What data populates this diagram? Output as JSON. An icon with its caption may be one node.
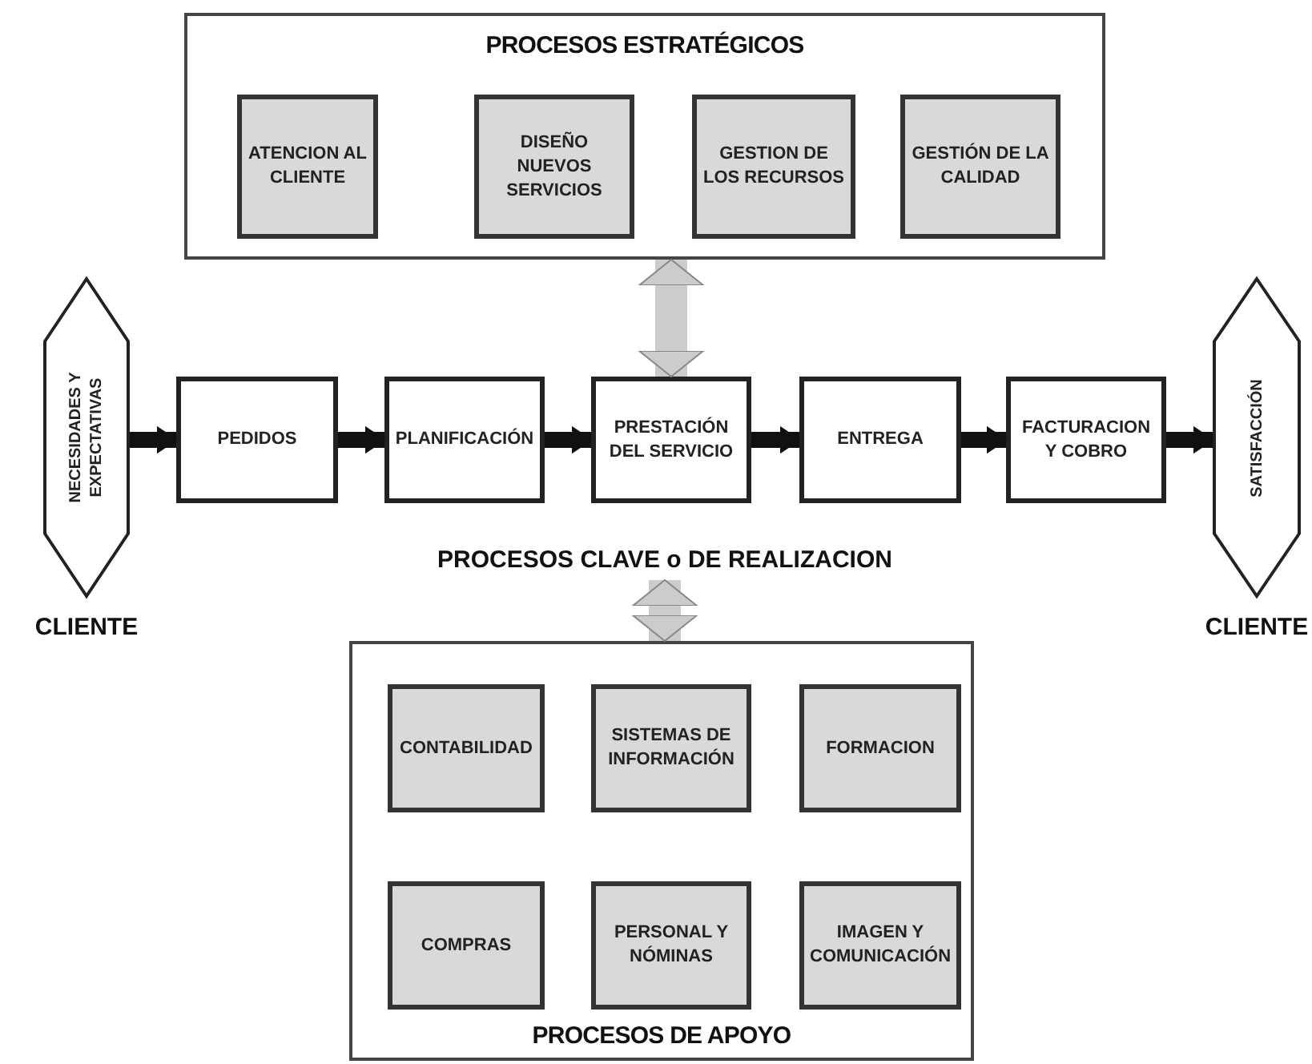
{
  "diagram": {
    "nodes": [
      {
        "text": [
          "PROCESOS ESTRATÉGICOS"
        ]
      },
      {
        "text": [
          "ATENCION AL CLIENTE"
        ],
        "in": 0
      },
      {
        "text": [
          "DISEÑO NUEVOS SERVICIOS"
        ],
        "in": 0
      },
      {
        "text": [
          "GESTION DE LOS RECURSOS"
        ],
        "in": 0
      },
      {
        "text": [
          "GESTIÓN DE LA CALIDAD"
        ],
        "in": 0
      },
      {
        "text": [
          "NECESIDADES Y EXPECTATIVAS"
        ],
        "beside": [
          "CLIENTE"
        ]
      },
      {
        "text": [
          "PEDIDOS"
        ]
      },
      {
        "text": [
          "PLANIFICACIÓN"
        ]
      },
      {
        "text": [
          "PRESTACIÓN DEL SERVICIO"
        ]
      },
      {
        "text": [
          "ENTREGA"
        ]
      },
      {
        "text": [
          "FACTURACION Y COBRO"
        ]
      },
      {
        "text": [
          "SATISFACCIÓN"
        ],
        "beside": [
          "CLIENTE"
        ]
      },
      {
        "text": [
          "PROCESOS CLAVE o DE REALIZACION"
        ]
      },
      {
        "text": [
          "PROCESOS DE APOYO"
        ]
      },
      {
        "text": [
          "CONTABILIDAD"
        ],
        "in": 13
      },
      {
        "text": [
          "SISTEMAS DE INFORMACIÓN"
        ],
        "in": 13
      },
      {
        "text": [
          "FORMACION"
        ],
        "in": 13
      },
      {
        "text": [
          "COMPRAS"
        ],
        "in": 13
      },
      {
        "text": [
          "PERSONAL Y NÓMINAS"
        ],
        "in": 13
      },
      {
        "text": [
          "IMAGEN Y COMUNICACIÓN"
        ],
        "in": 13
      }
    ],
    "edges": [
      {
        "from": 5,
        "to": 6,
        "arrow": "to"
      },
      {
        "from": 6,
        "to": 7,
        "arrow": "to"
      },
      {
        "from": 7,
        "to": 8,
        "arrow": "to"
      },
      {
        "from": 8,
        "to": 9,
        "arrow": "to"
      },
      {
        "from": 9,
        "to": 10,
        "arrow": "to"
      },
      {
        "from": 10,
        "to": 11,
        "arrow": "to"
      },
      {
        "from": 0,
        "to": 8,
        "arrow": "both",
        "style": "thick",
        "color": "#cccccc"
      },
      {
        "from": 12,
        "to": 13,
        "arrow": "both",
        "style": "thick",
        "color": "#cccccc"
      }
    ]
  }
}
